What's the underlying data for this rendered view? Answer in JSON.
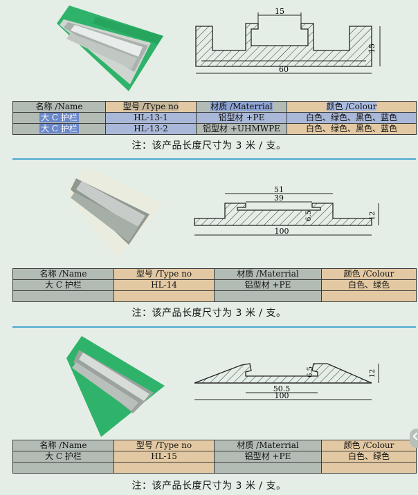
{
  "products": [
    {
      "header": [
        "名称 /Name",
        "型号 /Type no",
        "材质 /Materrial",
        "颜色 /Colour"
      ],
      "rows": [
        [
          "大 C 护栏",
          "HL-13-1",
          "铝型材 +PE",
          "白色、绿色、黑色、蓝色"
        ],
        [
          "大 C 护栏",
          "HL-13-2",
          "铝型材 +UHMWPE",
          "白色、绿色、黑色、蓝色"
        ]
      ],
      "dims": {
        "top": "15",
        "side": "15",
        "bottom": "60"
      },
      "note": "注：该产品长度尺寸为 3 米 / 支。",
      "photo_color": "#2fb36a"
    },
    {
      "header": [
        "名称 /Name",
        "型号 /Type no",
        "材质 /Materrial",
        "颜色 /Colour"
      ],
      "rows": [
        [
          "大 C 护栏",
          "HL-14",
          "铝型材 +PE",
          "白色、绿色"
        ],
        [
          "",
          "",
          "",
          ""
        ]
      ],
      "dims": {
        "d1": "51",
        "d2": "39",
        "d3": "6.5",
        "side": "12",
        "bottom": "100"
      },
      "note": "注：该产品长度尺寸为 3 米 / 支。",
      "photo_color": "#e9ecdf"
    },
    {
      "header": [
        "名称 /Name",
        "型号 /Type no",
        "材质 /Materrial",
        "颜色 /Colour"
      ],
      "rows": [
        [
          "大 C 护栏",
          "HL-15",
          "铝型材 +PE",
          "白色、绿色"
        ],
        [
          "",
          "",
          "",
          ""
        ]
      ],
      "dims": {
        "d1": "6.5",
        "side": "12",
        "inner": "50.5",
        "bottom": "100"
      },
      "note": "注：该产品长度尺寸为 3 米 / 支。",
      "photo_color": "#2fb36a"
    }
  ],
  "colors": {
    "separator": "#49a8cf",
    "header_gray": "#b3bbb5",
    "header_tan": "#e3c9a3",
    "highlight": "#6b88c9"
  }
}
